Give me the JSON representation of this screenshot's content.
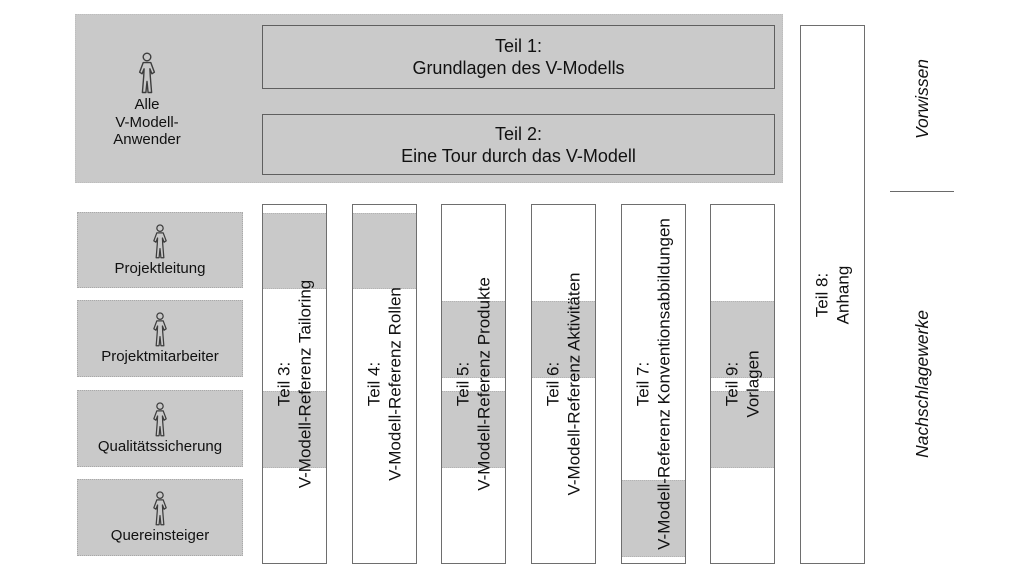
{
  "diagram_title": "V-Modell documentation parts vs. reader groups",
  "palette": {
    "box_fill": "#c9c9c9",
    "border_dark": "#5f5f5f",
    "column_border": "#6e6e6e",
    "text": "#111111",
    "background": "#ffffff"
  },
  "top_section": {
    "audience_all": {
      "lines": [
        "Alle",
        "V-Modell-",
        "Anwender"
      ]
    },
    "bars": [
      {
        "line1": "Teil 1:",
        "line2": "Grundlagen des V-Modells"
      },
      {
        "line1": "Teil 2:",
        "line2": "Eine Tour durch das V-Modell"
      }
    ]
  },
  "audiences": [
    {
      "label": "Projektleitung"
    },
    {
      "label": "Projektmitarbeiter"
    },
    {
      "label": "Qualitätssicherung"
    },
    {
      "label": "Quereinsteiger"
    }
  ],
  "columns": [
    {
      "line1": "Teil 3:",
      "line2": "V-Modell-Referenz Tailoring",
      "highlight_rows": [
        0,
        2
      ]
    },
    {
      "line1": "Teil 4:",
      "line2": "V-Modell-Referenz Rollen",
      "highlight_rows": [
        0
      ]
    },
    {
      "line1": "Teil 5:",
      "line2": "V-Modell-Referenz Produkte",
      "highlight_rows": [
        1,
        2
      ]
    },
    {
      "line1": "Teil 6:",
      "line2": "V-Modell-Referenz Aktivitäten",
      "highlight_rows": [
        1
      ]
    },
    {
      "line1": "Teil 7:",
      "line2": "V-Modell-Referenz Konventionsabbildungen",
      "highlight_rows": [
        3
      ]
    },
    {
      "line1": "Teil 9:",
      "line2": "Vorlagen",
      "highlight_rows": [
        1,
        2
      ]
    }
  ],
  "appendix": {
    "line1": "Teil 8:",
    "line2": "Anhang"
  },
  "side_labels": {
    "top": "Vorwissen",
    "bottom": "Nachschlagewerke"
  }
}
